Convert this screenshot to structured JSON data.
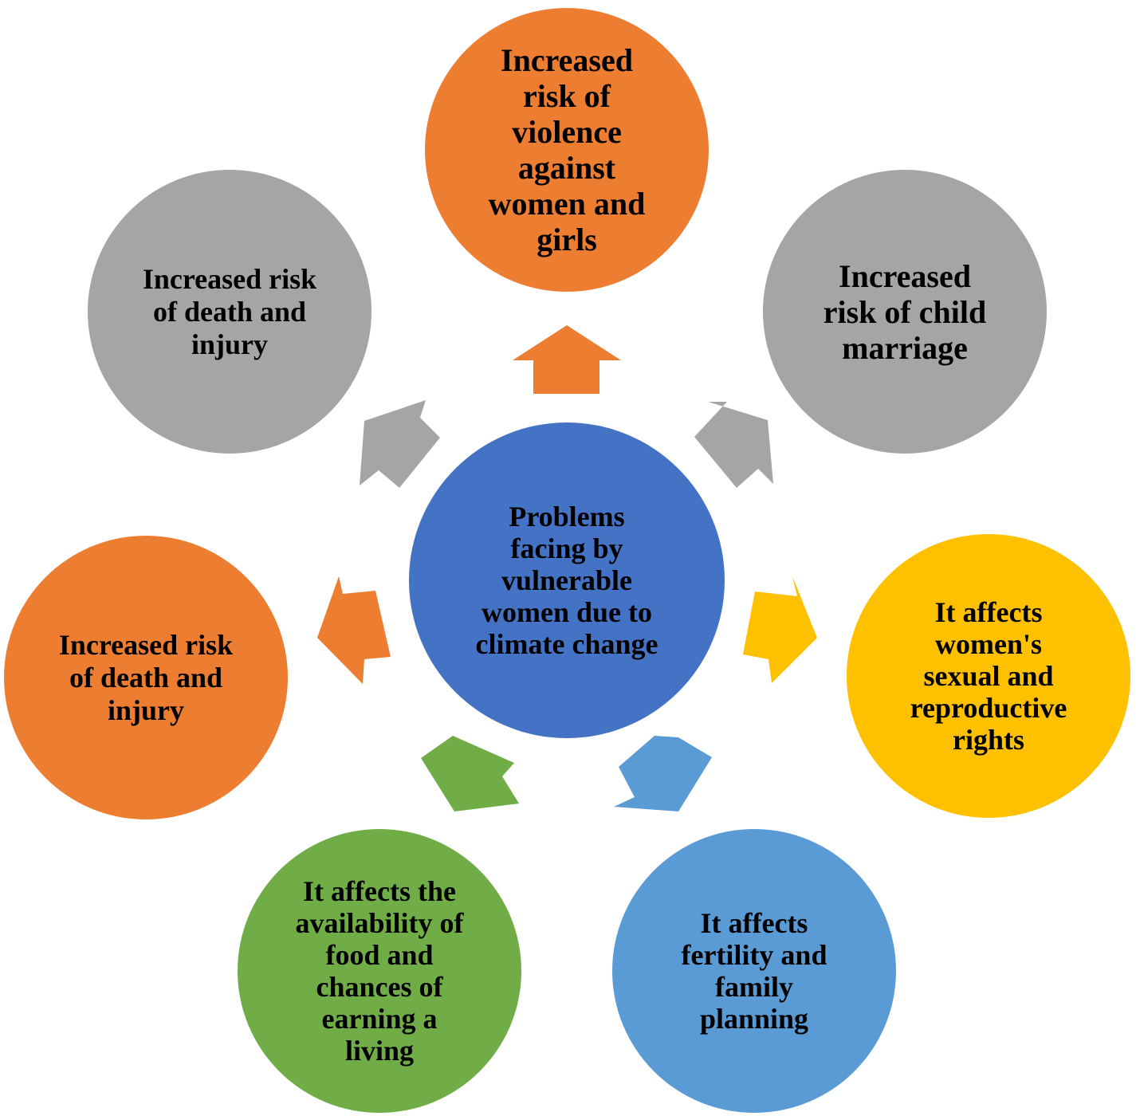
{
  "colors": {
    "orange": "#ED7D31",
    "gray": "#A5A5A5",
    "yellow": "#FFC000",
    "blue_center": "#4472C4",
    "blue_light": "#5B9BD5",
    "green": "#70AD47"
  },
  "center": {
    "text": "Problems\nfacing by\nvulnerable\nwomen due to\nclimate change",
    "color": "#4472C4"
  },
  "nodes": {
    "top": {
      "text": "Increased\nrisk of\nviolence\nagainst\nwomen and\ngirls",
      "color": "#ED7D31"
    },
    "upper_right": {
      "text": "Increased\nrisk of child\nmarriage",
      "color": "#A5A5A5"
    },
    "lower_right": {
      "text": "It affects\nwomen's\nsexual and\nreproductive\nrights",
      "color": "#FFC000"
    },
    "bottom_right": {
      "text": "It affects\nfertility and\nfamily\nplanning",
      "color": "#5B9BD5"
    },
    "bottom_left": {
      "text": "It affects the\navailability of\nfood and\nchances of\nearning a\nliving",
      "color": "#70AD47"
    },
    "lower_left": {
      "text": "Increased risk\nof death and\ninjury",
      "color": "#ED7D31"
    },
    "upper_left": {
      "text": "Increased risk\nof death and\ninjury",
      "color": "#A5A5A5"
    }
  }
}
